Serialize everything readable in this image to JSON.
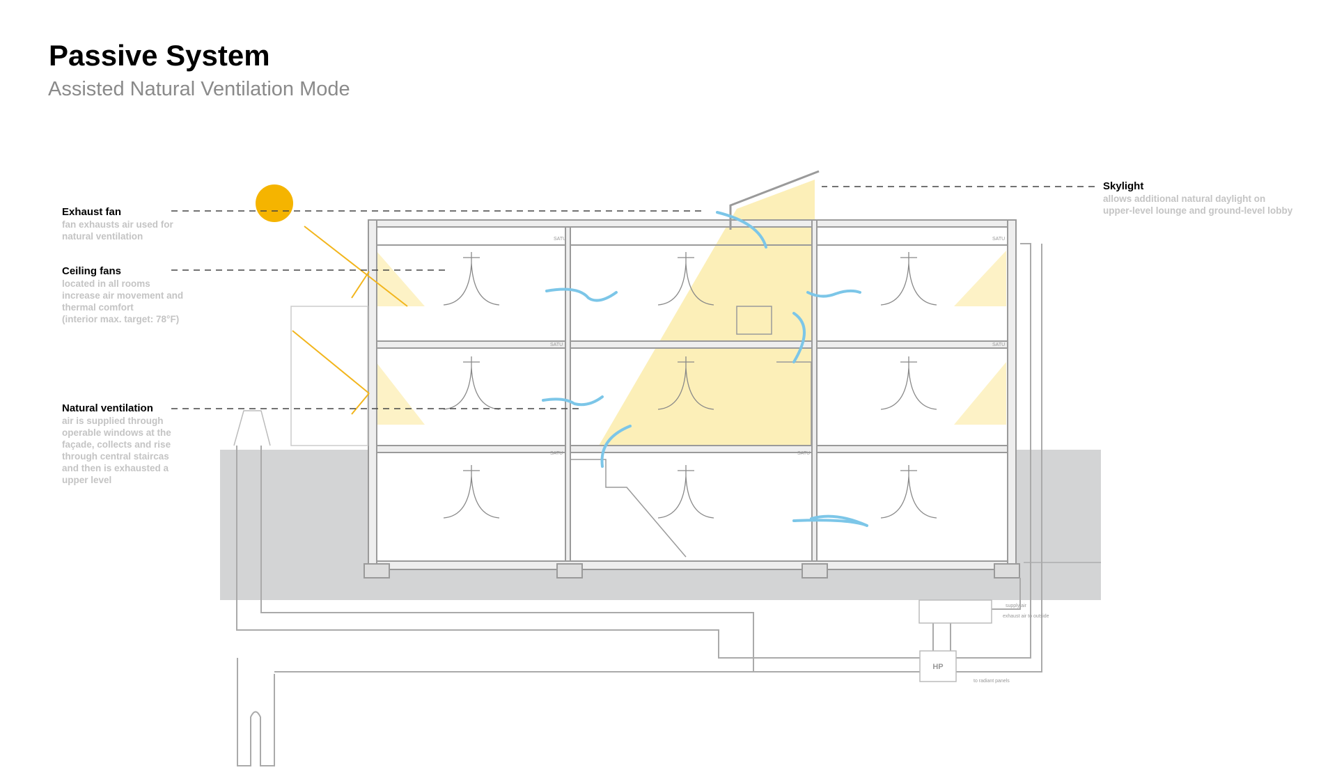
{
  "header": {
    "title": "Passive System",
    "subtitle": "Assisted Natural Ventilation Mode"
  },
  "annotations": [
    {
      "title": "Exhaust fan",
      "text": "fan exhausts air used for\nnatural ventilation"
    },
    {
      "title": "Ceiling fans",
      "text": "located in all rooms\nincrease air movement and\nthermal comfort\n(interior max. target: 78°F)"
    },
    {
      "title": "Natural ventilation",
      "text": "air is supplied through\noperable windows at the\nfaçade, collects and rise\nthrough central staircas\nand then is exhausted a\nupper level"
    },
    {
      "title": "Skylight",
      "text": "allows additional natural daylight on\nupper-level lounge and ground-level lobby"
    }
  ],
  "equipment": {
    "hp": "HP",
    "supply_air": "supply air",
    "exhaust_air": "exhaust air\nto outside",
    "radiant": "to radiant panels",
    "satu": "SATU"
  },
  "colors": {
    "sun": "#f5b400",
    "sun_ray": "#f2b51c",
    "airflow": "#7cc6e8",
    "ground": "#d3d4d5",
    "daylight": "#fbe9a0"
  }
}
